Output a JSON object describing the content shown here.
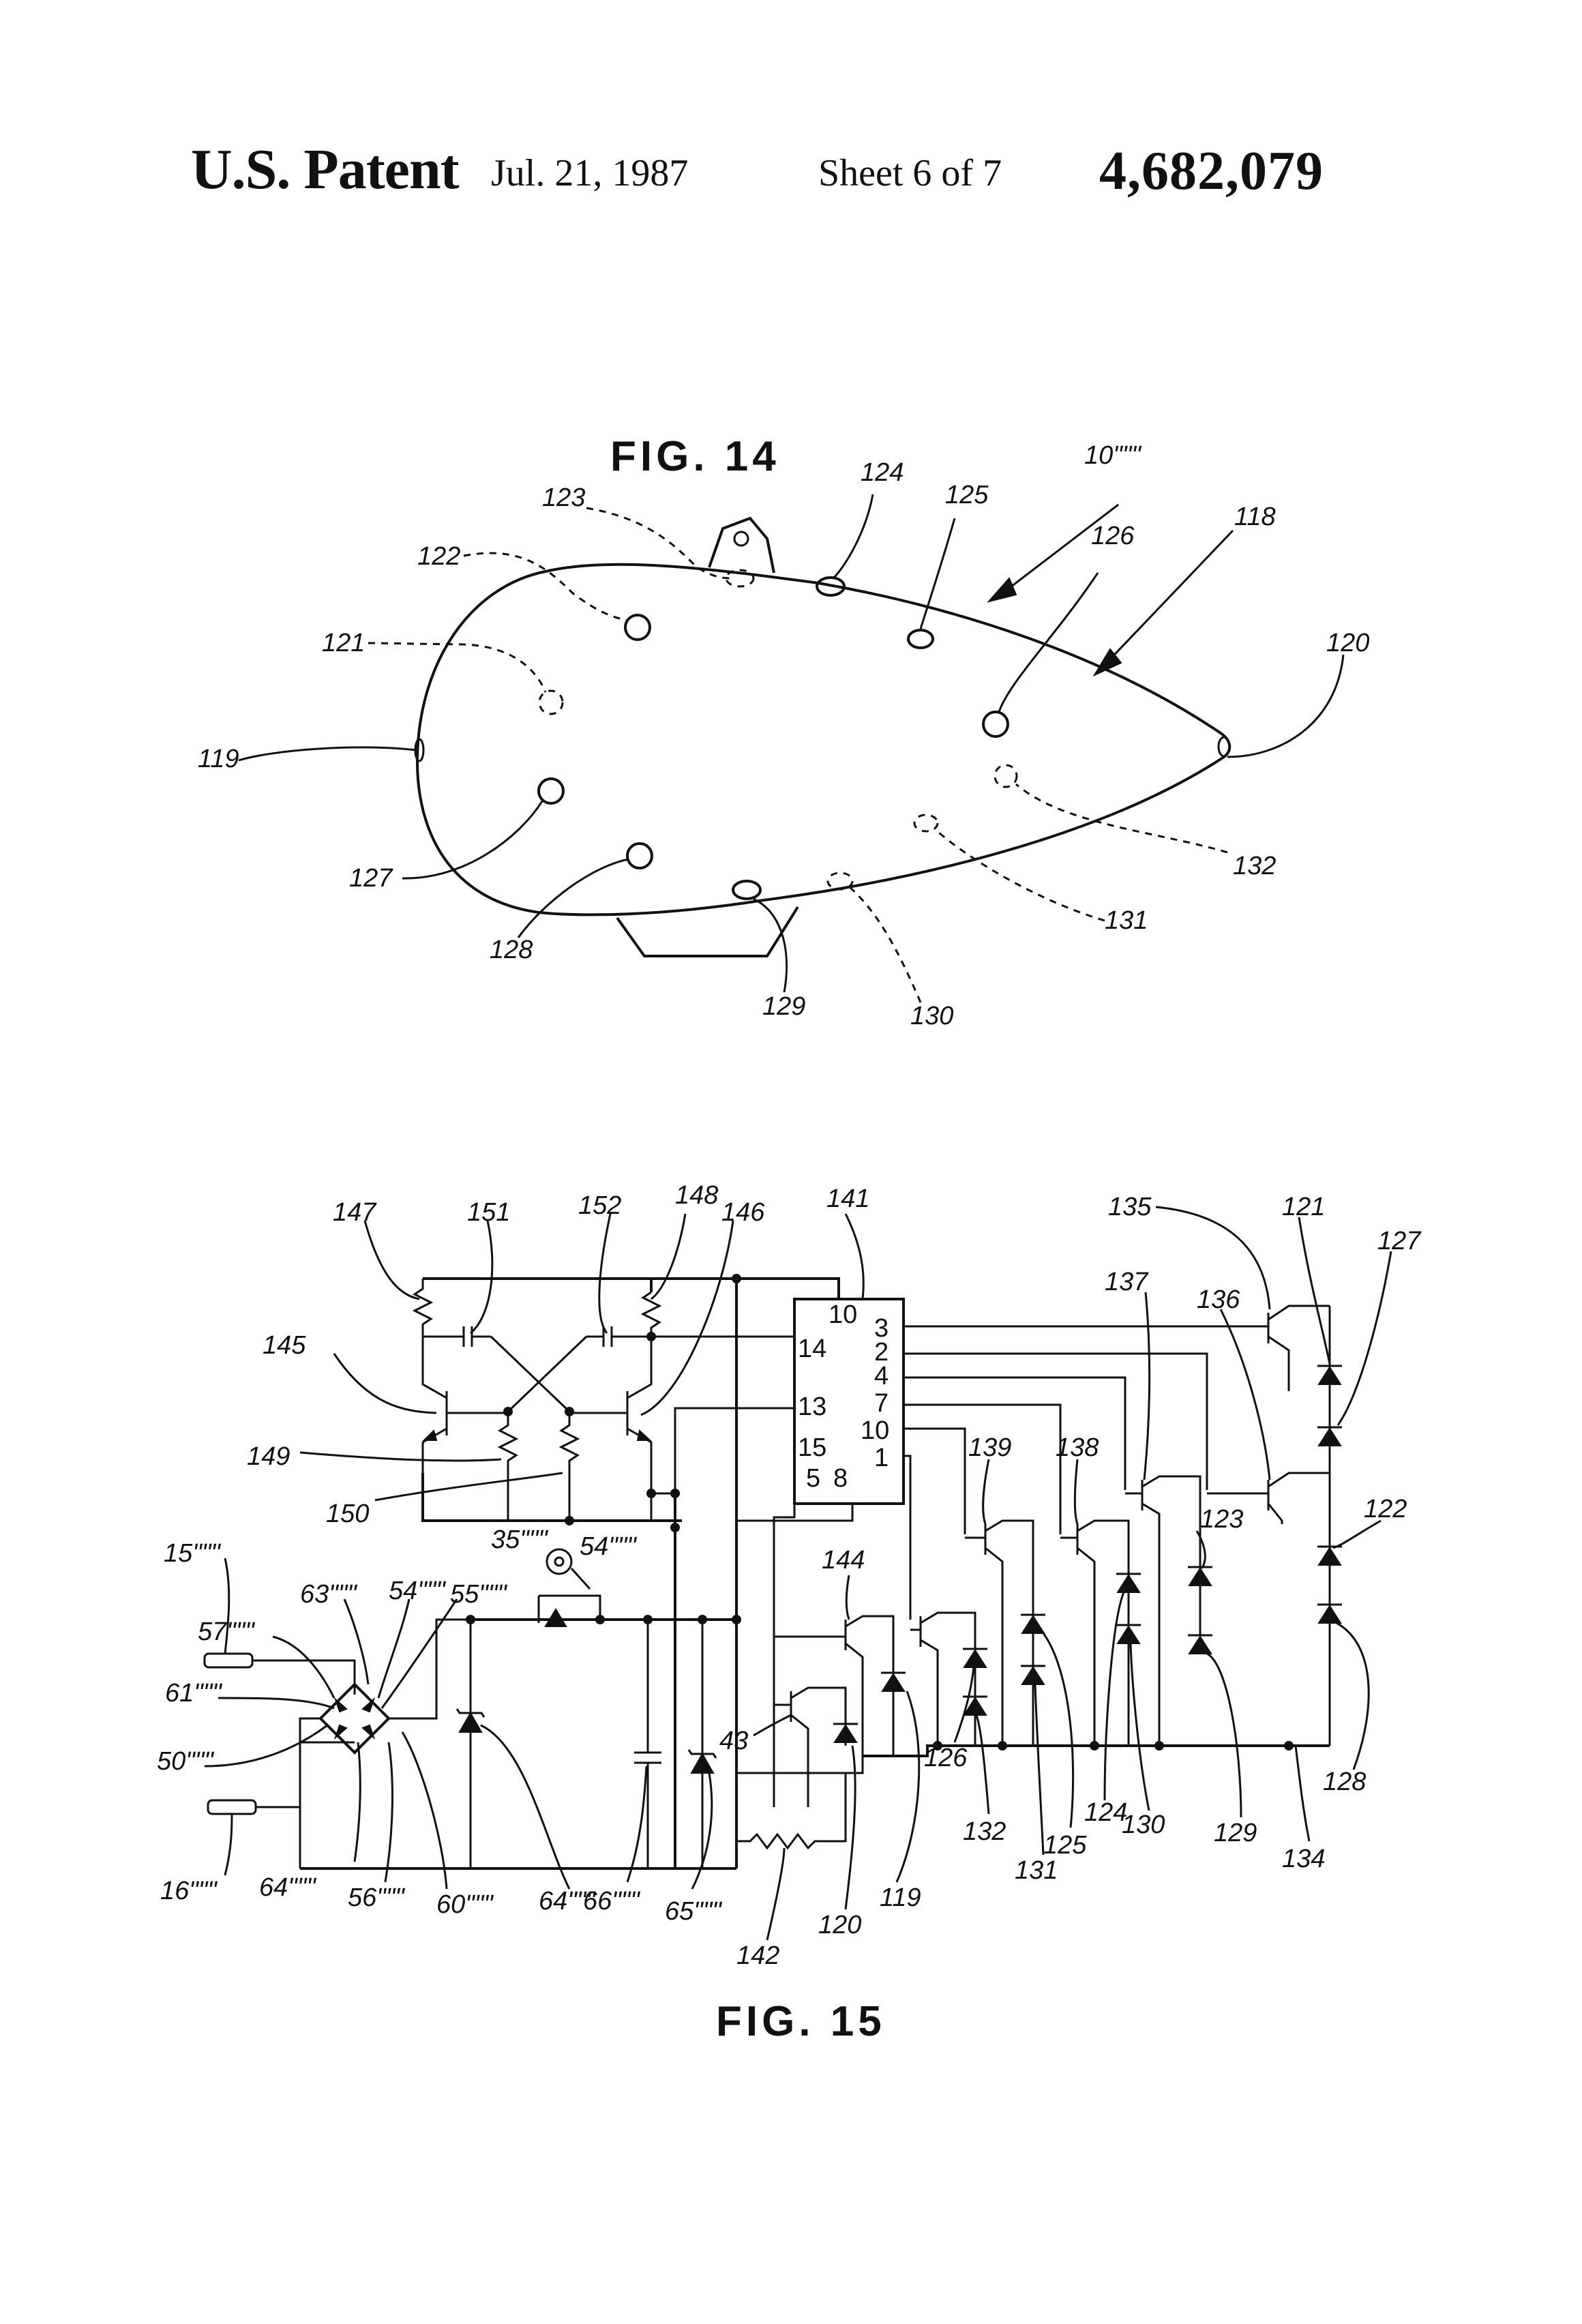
{
  "header": {
    "title": "U.S. Patent",
    "date": "Jul. 21, 1987",
    "sheet": "Sheet 6 of 7",
    "patent_number": "4,682,079"
  },
  "fig14": {
    "caption": "FIG.  14",
    "labels": {
      "device": "10\"\"\"",
      "body": "118",
      "end_left": "119",
      "end_right": "120",
      "l121": "121",
      "l122": "122",
      "l123": "123",
      "l124": "124",
      "l125": "125",
      "l126": "126",
      "l127": "127",
      "l128": "128",
      "l129": "129",
      "l130": "130",
      "l131": "131",
      "l132": "132"
    }
  },
  "fig15": {
    "caption": "FIG.  15",
    "ic_pins": {
      "p10a": "10",
      "p14": "14",
      "p13": "13",
      "p15": "15",
      "p5": "5",
      "p8": "8",
      "p3": "3",
      "p2": "2",
      "p4": "4",
      "p7": "7",
      "p10b": "10",
      "p1": "1"
    },
    "labels": {
      "l15": "15\"\"\"",
      "l16": "16\"\"\"",
      "l57": "57\"\"\"",
      "l61": "61\"\"\"",
      "l50": "50\"\"\"",
      "l63": "63\"\"\"",
      "l54a": "54\"\"\"",
      "l55": "55\"\"\"",
      "l35": "35\"\"\"",
      "l54b": "54\"\"\"",
      "l64a": "64\"\"\"",
      "l56": "56\"\"\"",
      "l60": "60\"\"\"",
      "l64b": "64\"\"\"",
      "l66": "66\"\"\"",
      "l65": "65\"\"\"",
      "l142": "142",
      "l120": "120",
      "l119": "119",
      "l43": "43",
      "l144": "144",
      "l141": "141",
      "l145": "145",
      "l147": "147",
      "l151": "151",
      "l152": "152",
      "l148": "148",
      "l146": "146",
      "l149": "149",
      "l150": "150",
      "l135": "135",
      "l121": "121",
      "l127": "127",
      "l137": "137",
      "l136": "136",
      "l139": "139",
      "l138": "138",
      "l123": "123",
      "l122": "122",
      "l126": "126",
      "l132": "132",
      "l131": "131",
      "l125": "125",
      "l124": "124",
      "l130": "130",
      "l129": "129",
      "l134": "134",
      "l128": "128"
    }
  }
}
